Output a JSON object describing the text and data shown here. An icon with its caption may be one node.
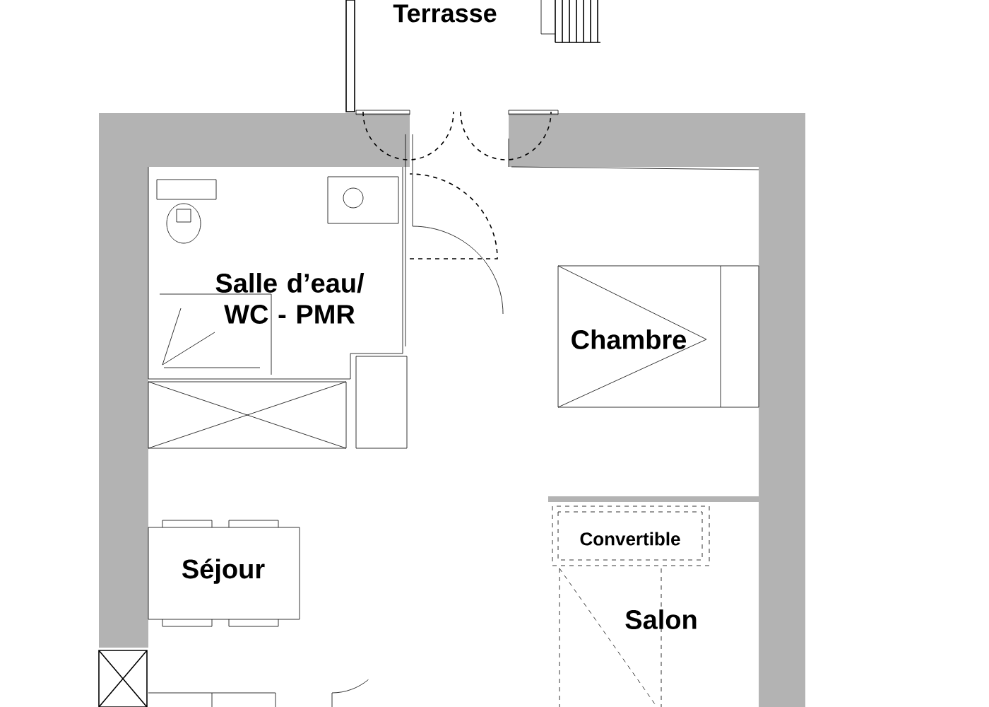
{
  "diagram": {
    "labels": [
      "Terrasse",
      "Salle d’eau/ WC - PMR",
      "Chambre",
      "Convertible",
      "Séjour",
      "Salon"
    ]
  }
}
